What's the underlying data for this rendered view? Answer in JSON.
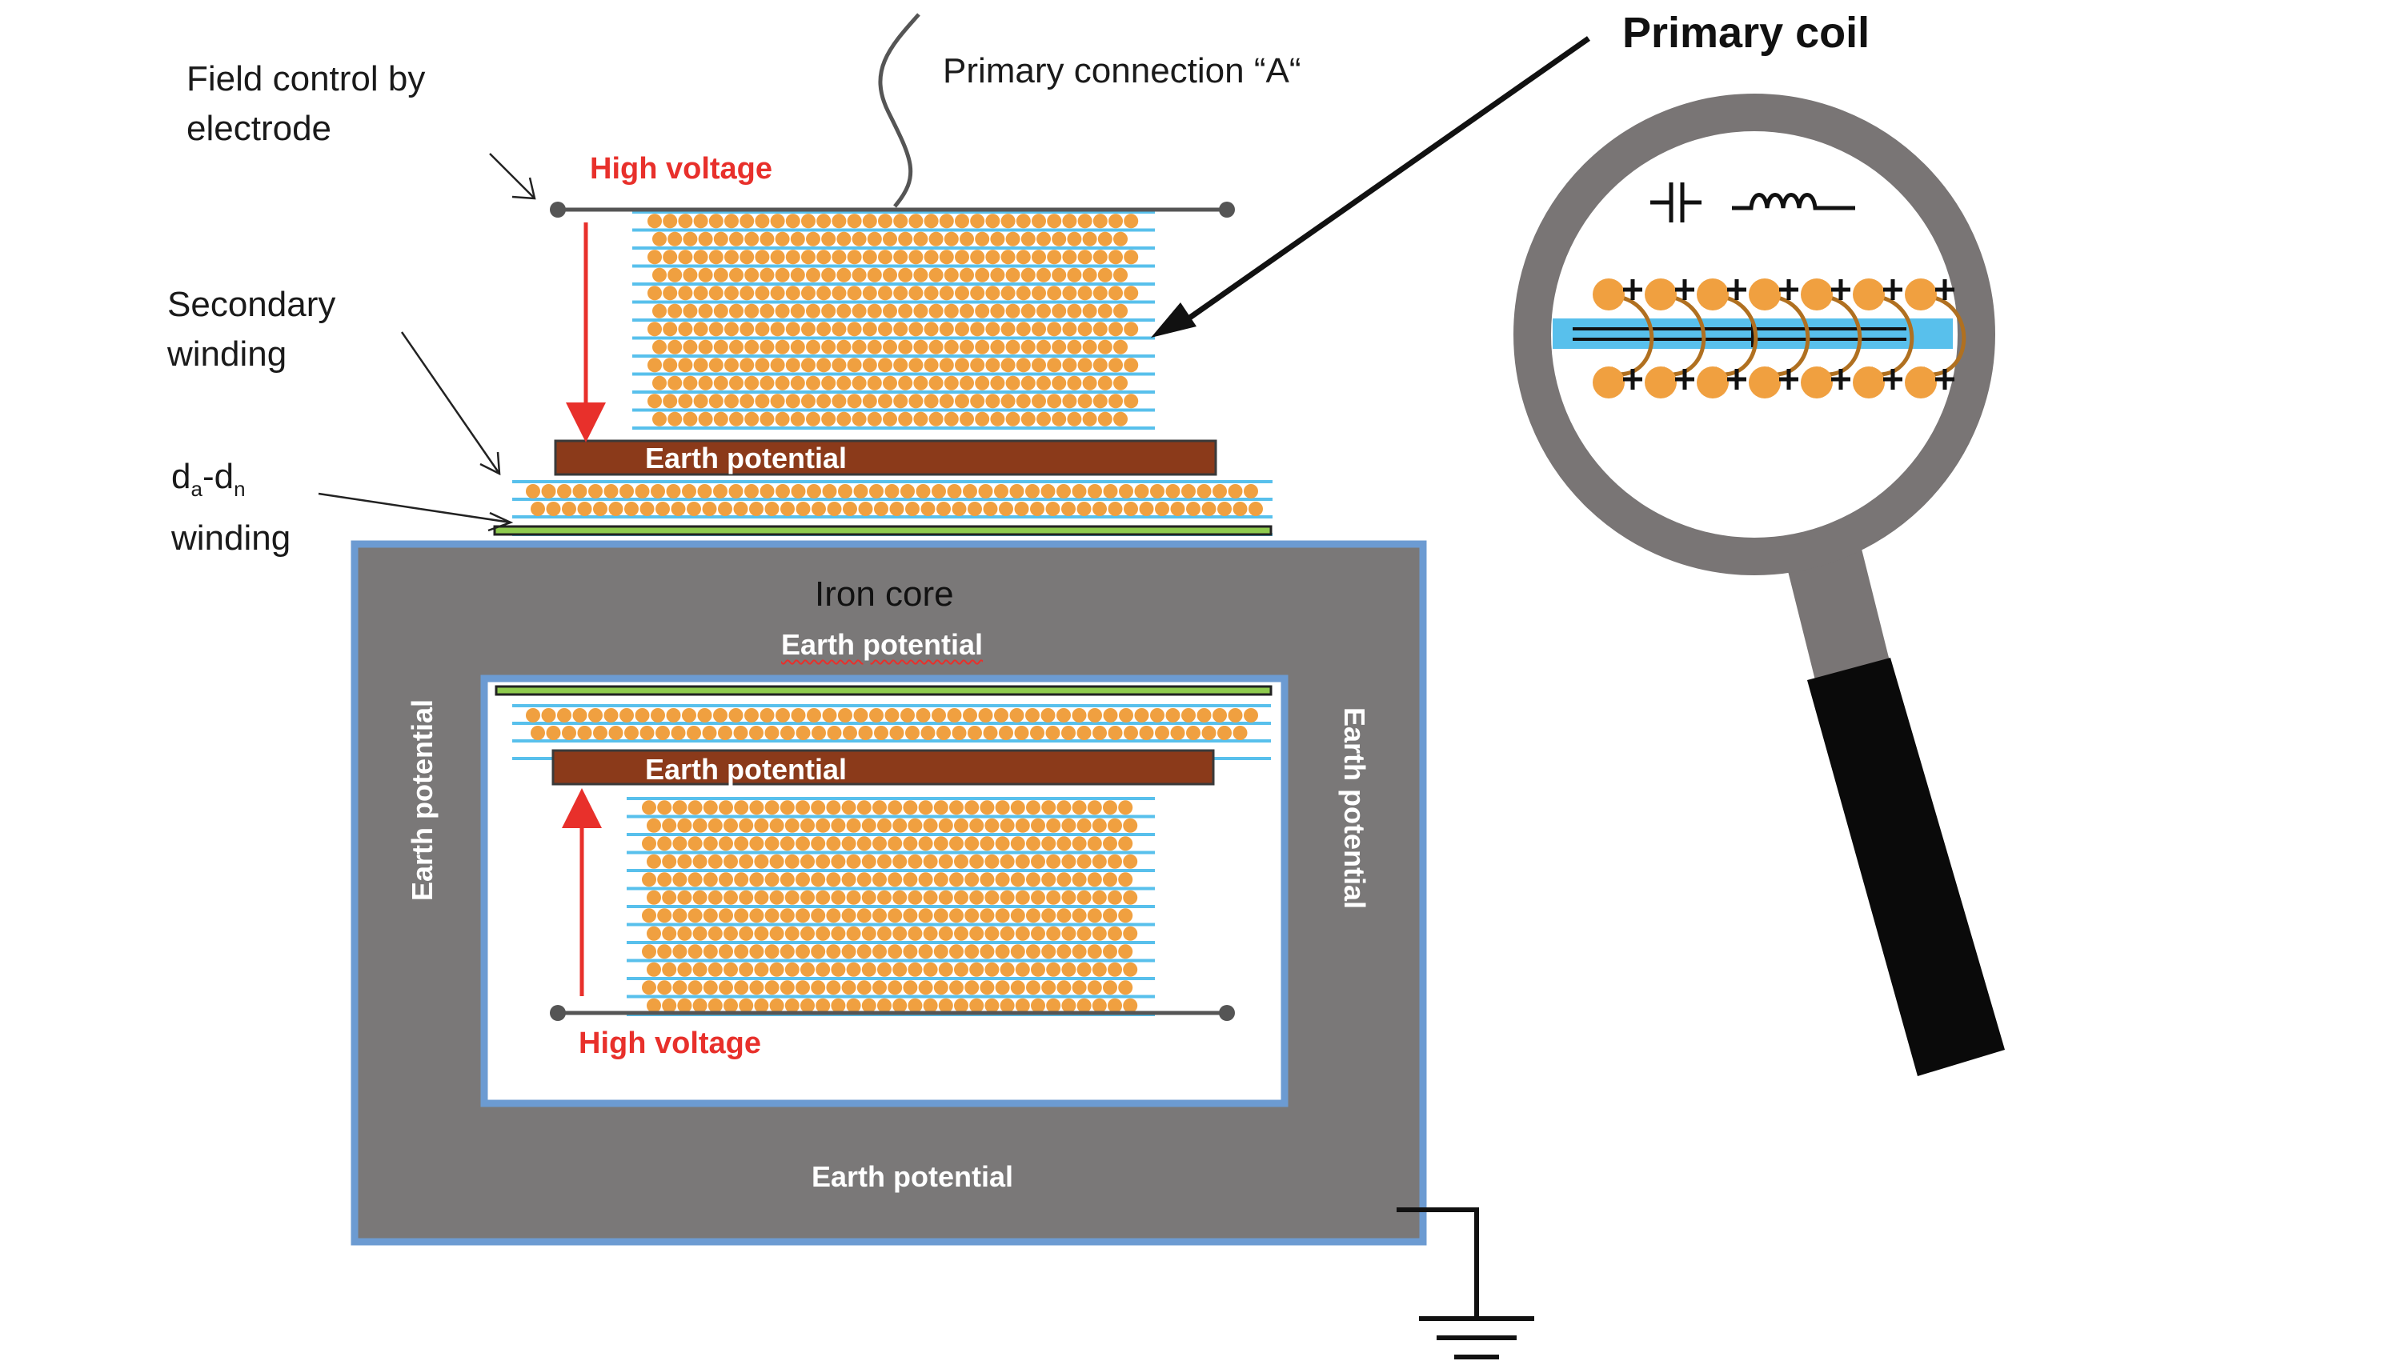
{
  "labels": {
    "field_control_line1": "Field control by",
    "field_control_line2": "electrode",
    "secondary_line1": "Secondary",
    "secondary_line2": "winding",
    "dadn_d1": "d",
    "dadn_sub_a": "a",
    "dadn_dash": "-d",
    "dadn_sub_n": "n",
    "dadn_line2": "winding",
    "primary_connection": "Primary connection “A“",
    "primary_coil": "Primary coil",
    "high_voltage_top": "High voltage",
    "high_voltage_bottom": "High voltage",
    "iron_core": "Iron core",
    "earth_bar_top": "Earth potential",
    "earth_bar_bottom": "Earth potential",
    "earth_core_top": "Earth potential",
    "earth_core_left": "Earth potential",
    "earth_core_right": "Earth potential",
    "earth_core_bottom": "Earth potential"
  },
  "colors": {
    "core": "#7a7878",
    "core_border": "#6c9bd2",
    "conductor": "#f0a040",
    "insulation": "#58c0ec",
    "earth_bar": "#8b3a1a",
    "high_voltage": "#e8302b",
    "green_strip": "#8fcb4e",
    "magnifier_ring": "#797575",
    "magnifier_handle": "#0a0a0a"
  },
  "icons": {
    "capacitor": "capacitor-symbol-icon",
    "inductor": "inductor-symbol-icon",
    "ground": "ground-symbol-icon"
  }
}
